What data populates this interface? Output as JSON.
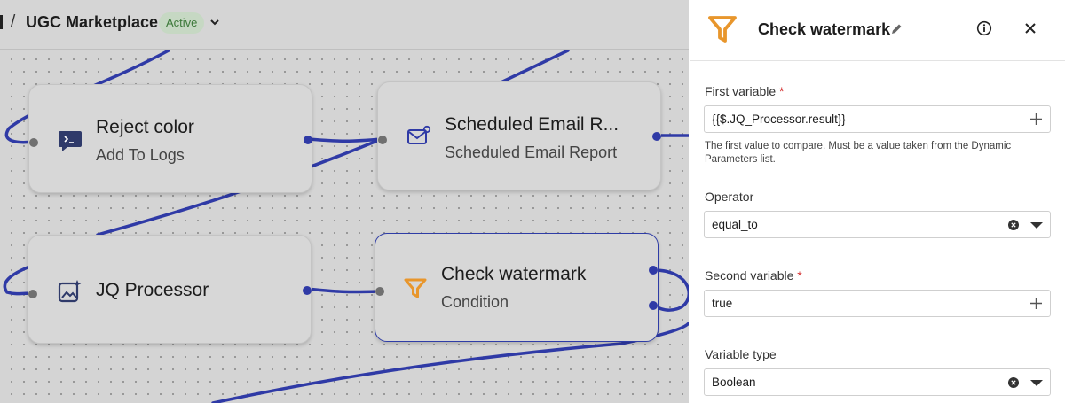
{
  "topbar": {
    "separator": "/",
    "app_name": "UGC Marketplace",
    "status": "Active"
  },
  "nodes": [
    {
      "title": "Reject color",
      "subtitle": "Add To Logs",
      "icon": "terminal-icon"
    },
    {
      "title": "Scheduled Email R...",
      "subtitle": "Scheduled Email Report",
      "icon": "mail-settings-icon"
    },
    {
      "title": "JQ Processor",
      "subtitle": "",
      "icon": "image-sparkle-icon"
    },
    {
      "title": "Check watermark",
      "subtitle": "Condition",
      "icon": "filter-icon"
    }
  ],
  "panel": {
    "title": "Check watermark",
    "fields": {
      "first_variable": {
        "label": "First variable",
        "required_mark": "*",
        "value": "{{$.JQ_Processor.result}}",
        "help": "The first value to compare. Must be a value taken from the Dynamic Parameters list."
      },
      "operator": {
        "label": "Operator",
        "value": "equal_to"
      },
      "second_variable": {
        "label": "Second variable",
        "required_mark": "*",
        "value": "true"
      },
      "variable_type": {
        "label": "Variable type",
        "value": "Boolean"
      }
    }
  },
  "colors": {
    "accent": "#2f3aa6",
    "condition_icon": "#e8962c",
    "badge_bg": "#c6d8c3",
    "badge_text": "#3d7a3a",
    "required": "#d32f2f"
  }
}
